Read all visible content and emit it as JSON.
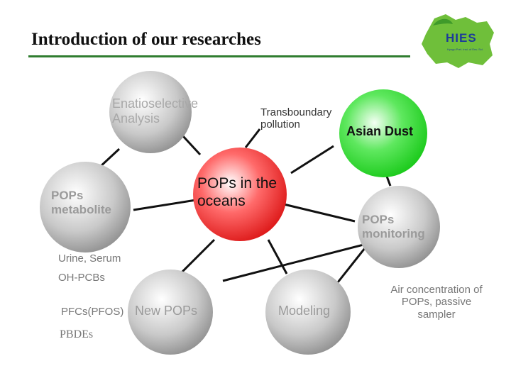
{
  "slide": {
    "title": "Introduction of our researches"
  },
  "logo": {
    "text": "HIES",
    "subtitle": "Hyogo Pref. Inst. of Env. Sci."
  },
  "nodes": {
    "center": "POPs in the oceans",
    "enantio": "Enatioselective Analysis",
    "transboundary": "Transboundary pollution",
    "asian_dust": "Asian Dust",
    "metabolite": "POPs metabolite",
    "monitoring": "POPs monitoring",
    "new_pops": "New POPs",
    "modeling": "Modeling"
  },
  "notes": {
    "urine_serum": "Urine, Serum",
    "oh_pcbs": "OH-PCBs",
    "pfcs": "PFCs(PFOS)",
    "pbdes": "PBDEs",
    "air_concentration": "Air concentration of POPs, passive sampler"
  },
  "colors": {
    "rule": "#2f7d2f",
    "center_node": "#e51b1b",
    "asian_dust_node": "#21d121",
    "grey_node": "#a9a9a9",
    "connector": "#111111"
  }
}
